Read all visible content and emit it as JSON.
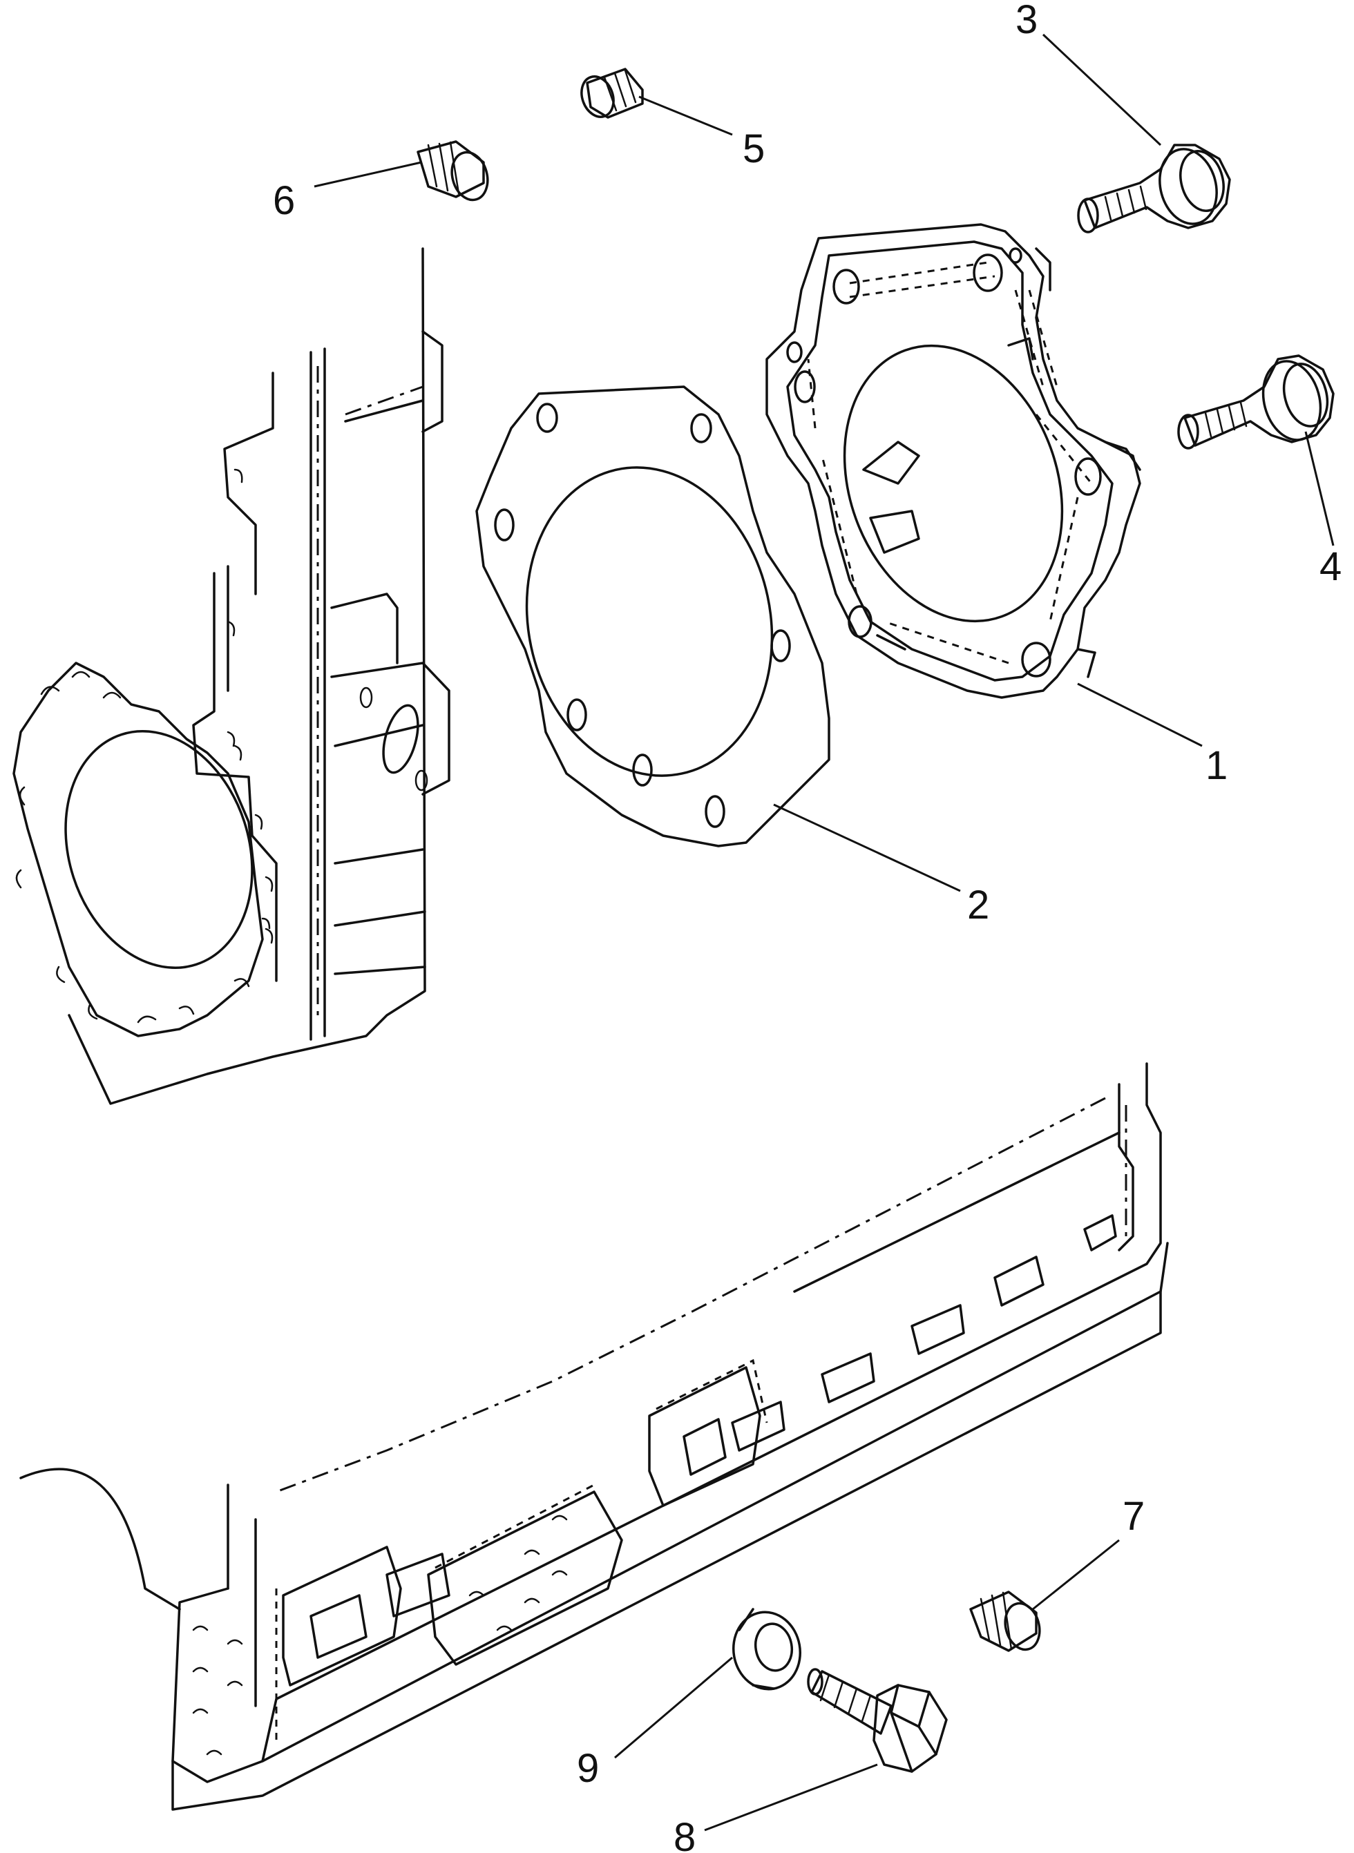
{
  "callouts": [
    {
      "id": "1",
      "label": "1"
    },
    {
      "id": "2",
      "label": "2"
    },
    {
      "id": "3",
      "label": "3"
    },
    {
      "id": "4",
      "label": "4"
    },
    {
      "id": "5",
      "label": "5"
    },
    {
      "id": "6",
      "label": "6"
    },
    {
      "id": "7",
      "label": "7"
    },
    {
      "id": "8",
      "label": "8"
    },
    {
      "id": "9",
      "label": "9"
    }
  ]
}
